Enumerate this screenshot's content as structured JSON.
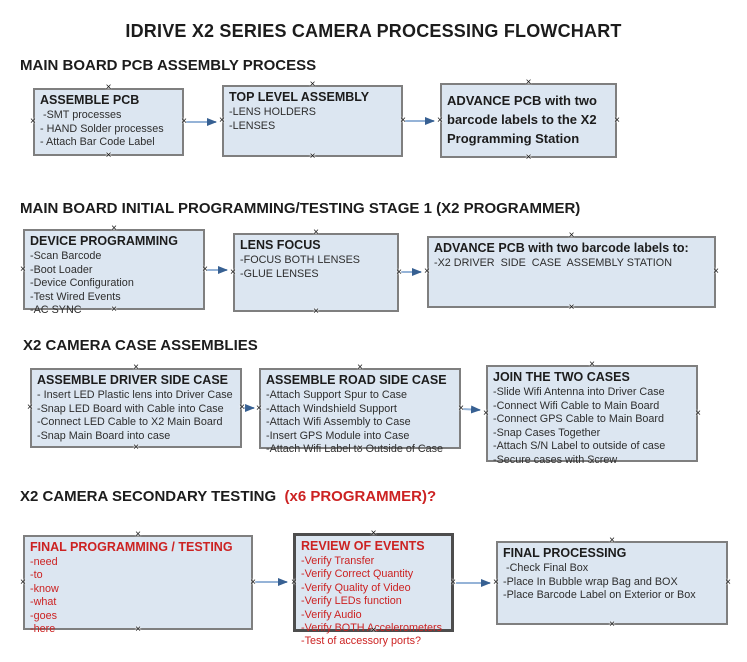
{
  "title": "IDRIVE X2  SERIES CAMERA PROCESSING FLOWCHART",
  "colors": {
    "box_fill": "#dce6f1",
    "box_border": "#7f7f7f",
    "accent_red": "#cc2222",
    "arrow_line": "#95b3d7",
    "arrow_head": "#376092"
  },
  "handle_glyph": "×",
  "sections": [
    {
      "heading": "MAIN BOARD PCB ASSEMBLY PROCESS",
      "boxes": [
        {
          "title": "ASSEMBLE PCB",
          "lines": [
            " -SMT processes",
            "- HAND Solder processes",
            "- Attach Bar Code Label"
          ]
        },
        {
          "title": "TOP LEVEL ASSEMBLY",
          "lines": [
            "-LENS HOLDERS",
            "-LENSES"
          ]
        },
        {
          "title": "ADVANCE PCB with two barcode labels to the  X2 Programming Station",
          "lines": []
        }
      ]
    },
    {
      "heading": "MAIN BOARD INITIAL PROGRAMMING/TESTING STAGE 1 (X2 PROGRAMMER)",
      "boxes": [
        {
          "title": "DEVICE PROGRAMMING",
          "lines": [
            "-Scan Barcode",
            "-Boot Loader",
            "-Device Configuration",
            "-Test Wired Events",
            "-AC SYNC"
          ]
        },
        {
          "title": "LENS FOCUS",
          "lines": [
            "-FOCUS BOTH LENSES",
            "-GLUE LENSES"
          ]
        },
        {
          "title": "ADVANCE PCB with two barcode labels to:",
          "lines": [
            "-X2 DRIVER  SIDE  CASE  ASSEMBLY STATION"
          ]
        }
      ]
    },
    {
      "heading": "X2 CAMERA CASE ASSEMBLIES",
      "boxes": [
        {
          "title": "ASSEMBLE DRIVER SIDE CASE",
          "lines": [
            "- Insert LED Plastic lens into Driver Case",
            "-Snap LED Board with Cable into Case",
            "-Connect LED Cable to X2 Main Board",
            "-Snap Main Board into case"
          ]
        },
        {
          "title": "ASSEMBLE ROAD SIDE CASE",
          "lines": [
            "-Attach Support Spur to Case",
            "-Attach Windshield Support",
            "-Attach Wifi Assembly to Case",
            "-Insert GPS Module into Case",
            "-Attach Wifi Label to Outside of Case"
          ]
        },
        {
          "title": "JOIN THE TWO CASES",
          "lines": [
            "-Slide Wifi Antenna into Driver Case",
            "-Connect Wifi Cable to Main Board",
            "-Connect GPS Cable to Main Board",
            "-Snap Cases Together",
            "-Attach S/N Label to outside of case",
            "-Secure cases with Screw"
          ]
        }
      ]
    },
    {
      "heading": "X2 CAMERA SECONDARY TESTING  ",
      "heading_red": "(x6 PROGRAMMER)?",
      "boxes": [
        {
          "title": "FINAL PROGRAMMING / TESTING",
          "lines": [
            "-need",
            "-to",
            "-know",
            "-what",
            "-goes",
            "-here"
          ]
        },
        {
          "title": "REVIEW OF EVENTS",
          "lines": [
            "-Verify Transfer",
            "-Verify Correct Quantity",
            "-Verify Quality of Video",
            "-Verify LEDs function",
            "-Verify Audio",
            "-Verify BOTH Accelerometers",
            "-Test of accessory ports?"
          ]
        },
        {
          "title": "FINAL PROCESSING",
          "lines": [
            " -Check Final Box",
            "-Place In Bubble wrap Bag and BOX",
            "-Place Barcode Label on Exterior or Box"
          ]
        }
      ]
    }
  ]
}
